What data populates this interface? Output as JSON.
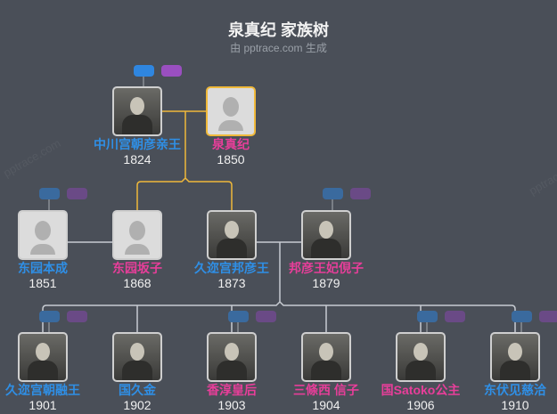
{
  "header": {
    "title": "泉真纪 家族树",
    "subtitle": "由 pptrace.com 生成"
  },
  "watermark": "pptrace.com",
  "colors": {
    "background": "#4a4f58",
    "male": "#2f8fe6",
    "female": "#e83e9a",
    "highlight": "#f0b93a"
  },
  "generations": [
    [
      {
        "name": "中川宫朝彦亲王",
        "year": "1824",
        "gender": "m",
        "photo": true
      },
      {
        "name": "泉真纪",
        "year": "1850",
        "gender": "f",
        "photo": false,
        "highlighted": true
      }
    ],
    [
      {
        "name": "东园本成",
        "year": "1851",
        "gender": "m",
        "photo": false
      },
      {
        "name": "东园坂子",
        "year": "1868",
        "gender": "f",
        "photo": false
      },
      {
        "name": "久迩宫邦彦王",
        "year": "1873",
        "gender": "m",
        "photo": true
      },
      {
        "name": "邦彦王妃俔子",
        "year": "1879",
        "gender": "f",
        "photo": true
      }
    ],
    [
      {
        "name": "久迩宫朝融王",
        "year": "1901",
        "gender": "m",
        "photo": true
      },
      {
        "name": "国久金",
        "year": "1902",
        "gender": "m",
        "photo": true
      },
      {
        "name": "香淳皇后",
        "year": "1903",
        "gender": "f",
        "photo": true
      },
      {
        "name": "三條西 信子",
        "year": "1904",
        "gender": "f",
        "photo": true
      },
      {
        "name": "国Satoko公主",
        "year": "1906",
        "gender": "f",
        "photo": true
      },
      {
        "name": "东伏见慈洽",
        "year": "1910",
        "gender": "m",
        "photo": true
      }
    ]
  ]
}
